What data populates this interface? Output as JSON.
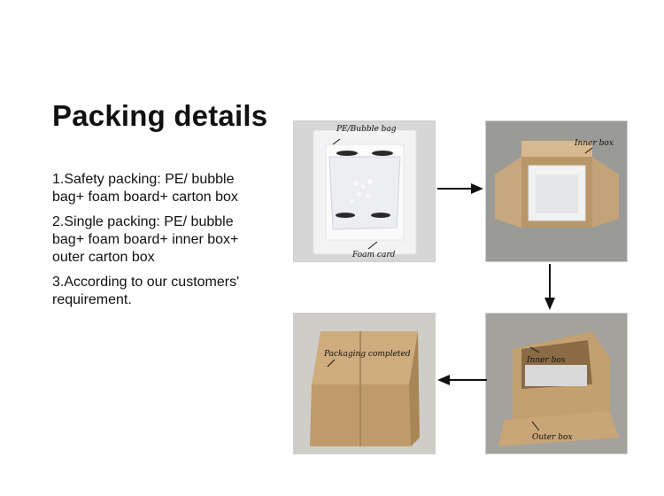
{
  "title": "Packing details",
  "items": [
    "1.Safety packing: PE/ bubble bag+ foam board+ carton box",
    " 2.Single packing: PE/ bubble bag+ foam board+ inner box+ outer carton box",
    "3.According to our customers' requirement."
  ],
  "photos": {
    "p1": {
      "labels": [
        "PE/Bubble bag",
        "Foam card"
      ]
    },
    "p2": {
      "labels": [
        "Inner box"
      ]
    },
    "p3": {
      "labels": [
        "Packaging completed"
      ]
    },
    "p4": {
      "labels": [
        "Inner box",
        "Outer box"
      ]
    }
  },
  "colors": {
    "cardboard": "#c2a27a",
    "foam": "#f4f4f4",
    "arrow": "#111111"
  },
  "icons": [
    "arrow-right-icon",
    "arrow-down-icon",
    "arrow-left-icon"
  ]
}
